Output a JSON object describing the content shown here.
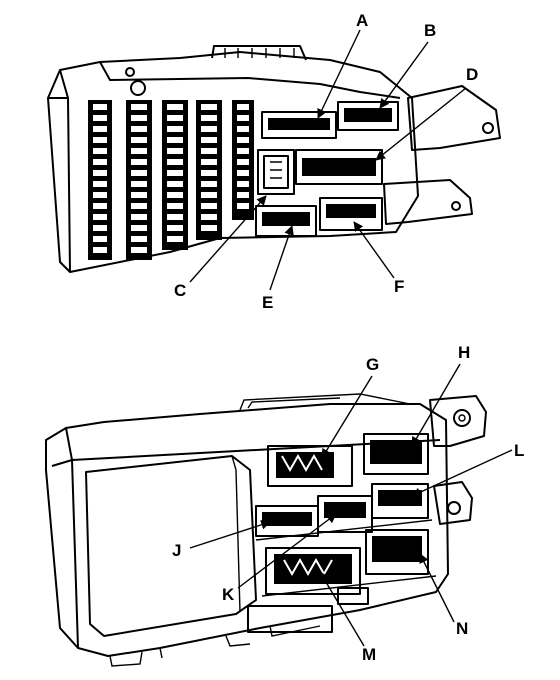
{
  "callouts": {
    "a": "A",
    "b": "B",
    "c": "C",
    "d": "D",
    "e": "E",
    "f": "F",
    "g": "G",
    "h": "H",
    "j": "J",
    "k": "K",
    "l": "L",
    "m": "M",
    "n": "N"
  }
}
